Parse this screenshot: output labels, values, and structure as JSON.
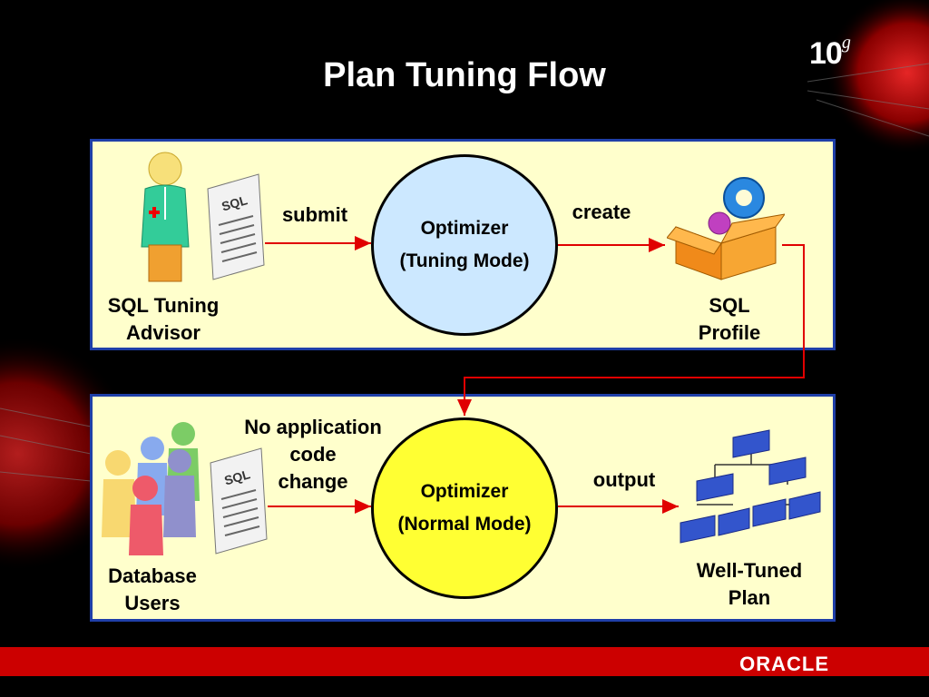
{
  "title": "Plan Tuning Flow",
  "version_logo": {
    "main": "10",
    "sup": "g"
  },
  "brand": "ORACLE",
  "top_panel": {
    "left_label": [
      "SQL Tuning",
      "Advisor"
    ],
    "doc_text": "SQL",
    "arrow_left_label": "submit",
    "circle": [
      "Optimizer",
      "(Tuning Mode)"
    ],
    "arrow_right_label": "create",
    "right_label": [
      "SQL",
      "Profile"
    ]
  },
  "bottom_panel": {
    "left_label": [
      "Database",
      "Users"
    ],
    "doc_text": "SQL",
    "arrow_left_label": [
      "No application",
      "code",
      "change"
    ],
    "circle": [
      "Optimizer",
      "(Normal Mode)"
    ],
    "arrow_right_label": "output",
    "right_label": [
      "Well-Tuned",
      "Plan"
    ]
  }
}
